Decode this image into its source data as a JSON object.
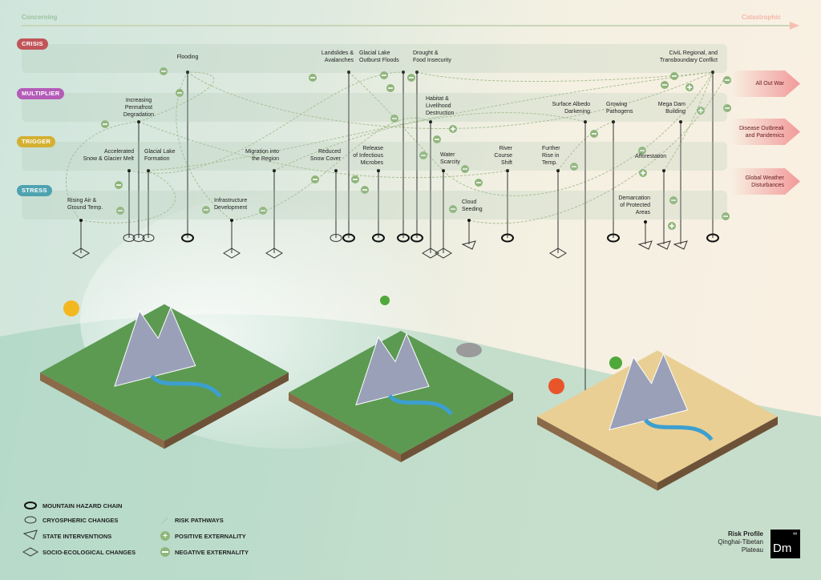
{
  "scale": {
    "left": "Concerning",
    "right": "Catastrophic"
  },
  "rows": [
    {
      "label": "CRISIS",
      "color": "#c0555a"
    },
    {
      "label": "MULTIPLIER",
      "color": "#b45cb8"
    },
    {
      "label": "TRIGGER",
      "color": "#d4b032"
    },
    {
      "label": "STRESS",
      "color": "#4ea3b0"
    }
  ],
  "nodes": [
    {
      "label": "Flooding",
      "symbol": "hazard"
    },
    {
      "label": "Landslides &\nAvalanches",
      "symbol": "hazard"
    },
    {
      "label": "Glacial Lake\nOutburst Floods",
      "symbol": "hazard"
    },
    {
      "label": "Drought &\nFood Insecurity",
      "symbol": "hazard"
    },
    {
      "label": "CiviL Regional, and\nTransboundary Conflict",
      "symbol": "hazard"
    },
    {
      "label": "Increasing\nPermafrost\nDegradation",
      "symbol": "cryo"
    },
    {
      "label": "Habitat &\nLivelihood\nDestruction",
      "symbol": "socio"
    },
    {
      "label": "Surface Albedo\nDarkening",
      "symbol": "none"
    },
    {
      "label": "Growing\nPathogens",
      "symbol": "hazard"
    },
    {
      "label": "Mega Dam\nBuilding",
      "symbol": "state"
    },
    {
      "label": "Accelerated\nSnow & Glacier Melt",
      "symbol": "cryo"
    },
    {
      "label": "Glacial Lake\nFormation",
      "symbol": "cryo"
    },
    {
      "label": "Migration into\nthe Region",
      "symbol": "socio"
    },
    {
      "label": "Reduced\nSnow Cover",
      "symbol": "cryo"
    },
    {
      "label": "Release\nof Infectious\nMicrobes",
      "symbol": "hazard"
    },
    {
      "label": "Water\nScarcity",
      "symbol": "socio"
    },
    {
      "label": "River\nCourse\nShift",
      "symbol": "hazard"
    },
    {
      "label": "Further\nRise in\nTemp.",
      "symbol": "socio"
    },
    {
      "label": "Afforestation",
      "symbol": "state"
    },
    {
      "label": "Rising Air &\nGround Temp.",
      "symbol": "socio"
    },
    {
      "label": "Infrastructure\nDevelopment",
      "symbol": "socio"
    },
    {
      "label": "Cloud\nSeeding",
      "symbol": "state"
    },
    {
      "label": "Demarcation\nof Protected\nAreas",
      "symbol": "state"
    }
  ],
  "outcomes": [
    "All Out War",
    "Disease Outbreak\nand Pandemics",
    "Global Weather\nDisturbances"
  ],
  "externalities": [
    "-",
    "-",
    "-",
    "-",
    "-",
    "-",
    "-",
    "-",
    "-",
    "-",
    "-",
    "-",
    "-",
    "-",
    "+",
    "-",
    "-",
    "-",
    "-",
    "-",
    "-",
    "-",
    "+",
    "-",
    "-",
    "-",
    "+",
    "+",
    "-",
    "-",
    "-",
    "-",
    "-",
    "+"
  ],
  "legend": {
    "hazard": "MOUNTAIN HAZARD CHAIN",
    "cryo": "CRYOSPHERIC CHANGES",
    "state": "STATE INTERVENTIONS",
    "socio": "SOCIO-ECOLOGICAL CHANGES",
    "pathways": "RISK PATHWAYS",
    "positive": "POSITIVE EXTERNALITY",
    "negative": "NEGATIVE EXTERNALITY"
  },
  "brand": {
    "title": "Risk Profile",
    "subtitle": "Qinghai-Tibetan\nPlateau",
    "logo": "Dm",
    "logo_mark": "∞"
  },
  "colors": {
    "marker": "#8fb57a",
    "pathway": "#a9bf93"
  }
}
